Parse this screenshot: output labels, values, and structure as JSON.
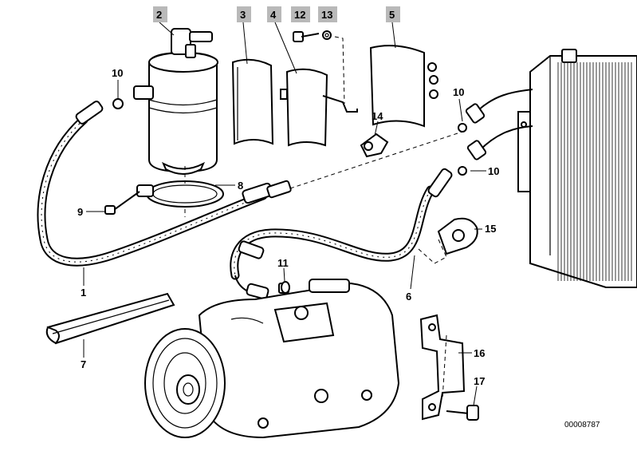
{
  "callouts": {
    "c1": "1",
    "c2": "2",
    "c3": "3",
    "c4": "4",
    "c5": "5",
    "c6": "6",
    "c7": "7",
    "c8": "8",
    "c9": "9",
    "c10a": "10",
    "c10b": "10",
    "c10c": "10",
    "c11": "11",
    "c12": "12",
    "c13": "13",
    "c14": "14",
    "c15": "15",
    "c16": "16",
    "c17": "17"
  },
  "document_id": "00008787",
  "colors": {
    "highlight_box": "#b9b9b9",
    "line": "#000000",
    "background": "#ffffff"
  }
}
